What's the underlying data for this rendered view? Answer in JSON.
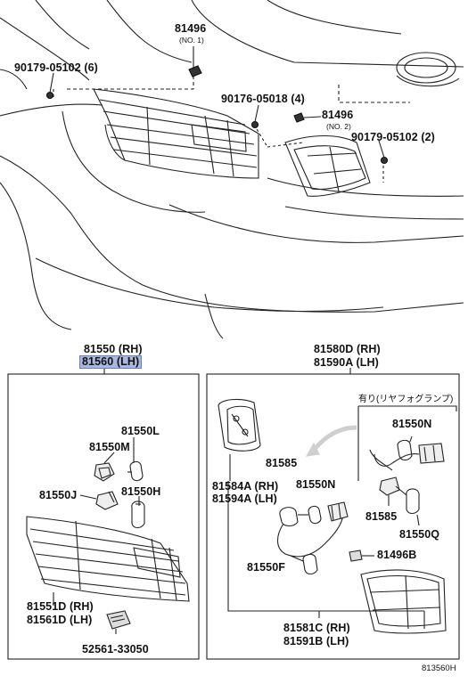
{
  "diagram": {
    "reference_code": "813560H",
    "japanese_note": "有り(リヤフォグランプ)",
    "labels": {
      "p81496_top": "81496",
      "no1": "(NO. 1)",
      "p90179_left": "90179-05102 (6)",
      "p90176": "90176-05018 (4)",
      "p81496_mid": "81496",
      "no2": "(NO. 2)",
      "p90179_right": "90179-05102 (2)",
      "p81550_rh": "81550 (RH)",
      "p81560_lh": "81560 (LH)",
      "p81580d_rh": "81580D (RH)",
      "p81590a_lh": "81590A (LH)",
      "p81550l": "81550L",
      "p81550m": "81550M",
      "p81550j": "81550J",
      "p81550h": "81550H",
      "p81551d_rh": "81551D (RH)",
      "p81561d_lh": "81561D (LH)",
      "p52561": "52561-33050",
      "p81550n_top": "81550N",
      "p81585_top": "81585",
      "p81550n_mid": "81550N",
      "p81584a_rh": "81584A (RH)",
      "p81594a_lh": "81594A (LH)",
      "p81585_right": "81585",
      "p81550q": "81550Q",
      "p81550f": "81550F",
      "p81496b": "81496B",
      "p81581c_rh": "81581C (RH)",
      "p81591b_lh": "81591B (LH)"
    }
  }
}
